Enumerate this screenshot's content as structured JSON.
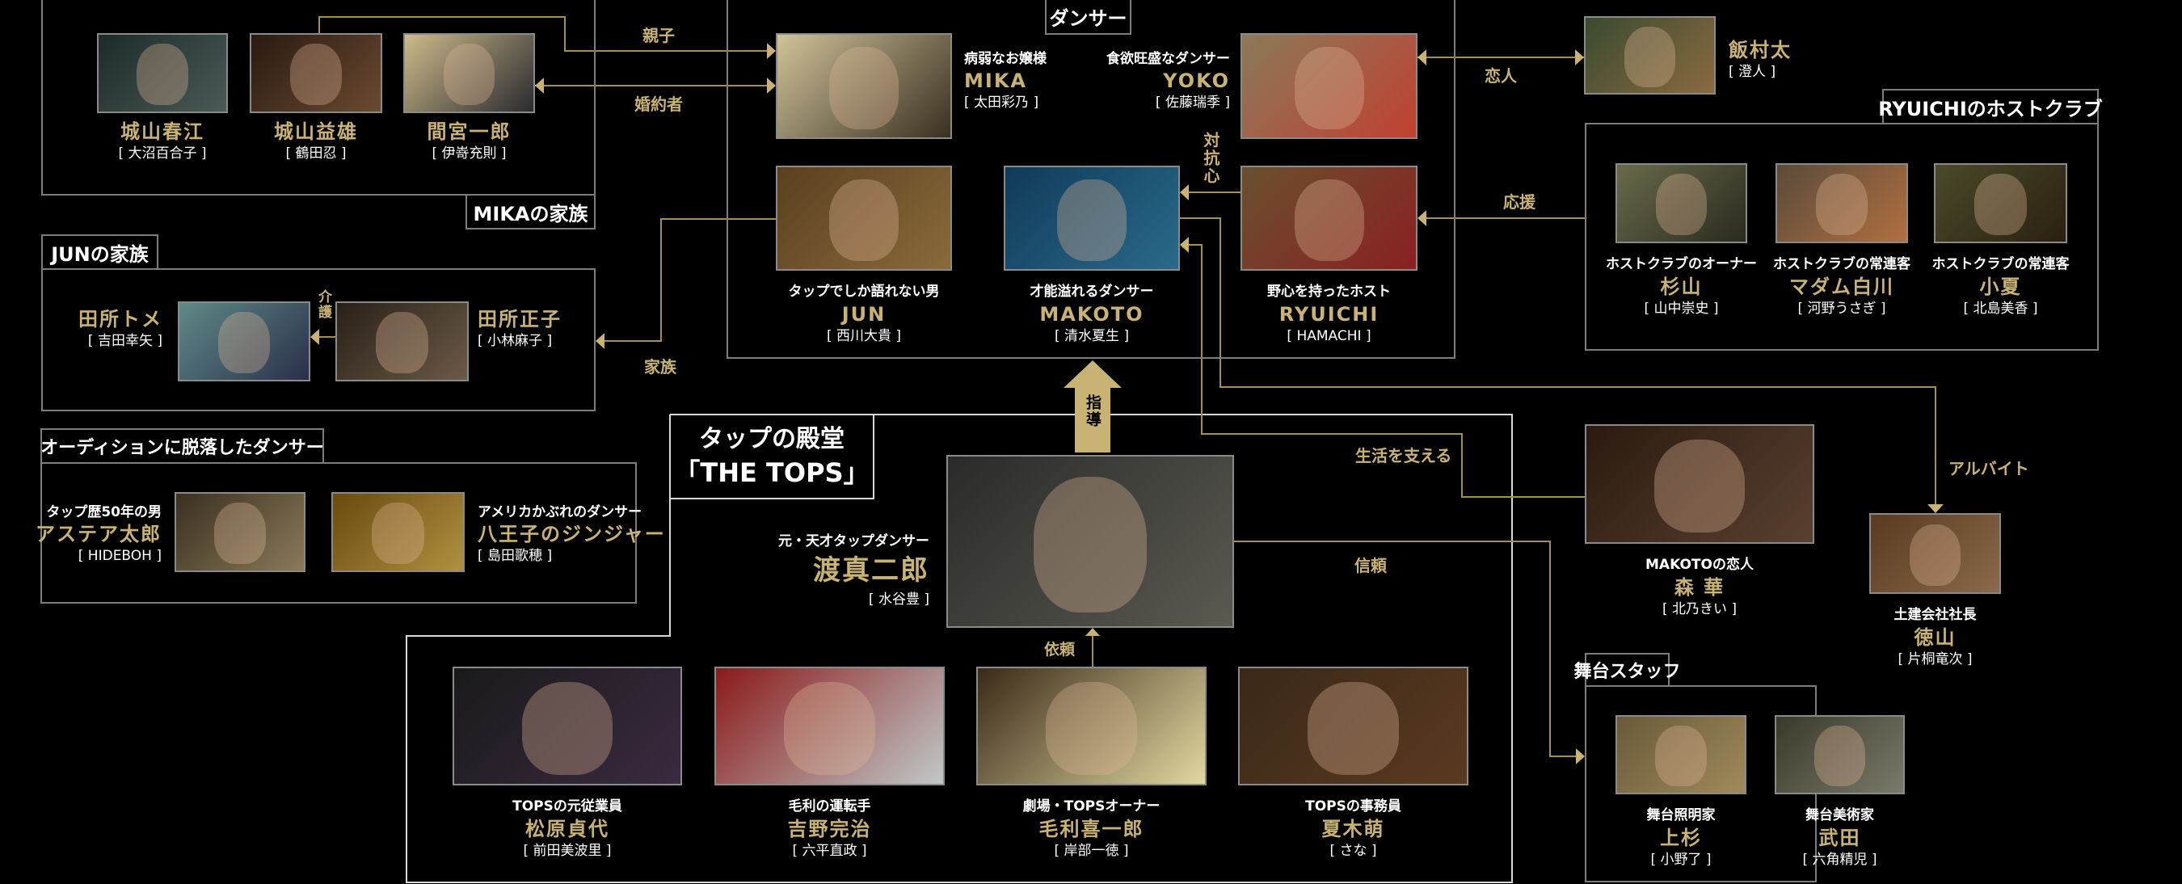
{
  "colors": {
    "background": "#000000",
    "gold": "#c9b374",
    "line": "#a38f52",
    "border": "#7d7d7d"
  },
  "groups": {
    "mika_family": "MIKAの家族",
    "jun_family": "JUNの家族",
    "dancers": "ダンサー",
    "audition": "オーディションに脱落したダンサー",
    "tops_line1": "タップの殿堂",
    "tops_line2": "「THE TOPS」",
    "host_club": "RYUICHIのホストクラブ",
    "stage_staff": "舞台スタッフ"
  },
  "relations": {
    "oyako": "親子",
    "konyakusha": "婚約者",
    "kazoku": "家族",
    "kaigo": "介護",
    "taikoushin": "対抗心",
    "koibito": "恋人",
    "ouen": "応援",
    "shidou": "指導",
    "irai": "依頼",
    "seikatsu": "生活を支える",
    "shinrai": "信頼",
    "arubaito": "アルバイト"
  },
  "people": {
    "haru": {
      "name": "城山春江",
      "actor": "[ 大沼百合子 ]"
    },
    "masuo": {
      "name": "城山益雄",
      "actor": "[ 鶴田忍 ]"
    },
    "mamiya": {
      "name": "間宮一郎",
      "actor": "[ 伊嵜充則 ]"
    },
    "tome": {
      "name": "田所トメ",
      "actor": "[ 吉田幸矢 ]"
    },
    "masako": {
      "name": "田所正子",
      "actor": "[ 小林麻子 ]"
    },
    "mika": {
      "role": "病弱なお嬢様",
      "name": "MIKA",
      "actor": "[ 太田彩乃 ]"
    },
    "yoko": {
      "role": "食欲旺盛なダンサー",
      "name": "YOKO",
      "actor": "[ 佐藤瑞季 ]"
    },
    "jun": {
      "role": "タップでしか語れない男",
      "name": "JUN",
      "actor": "[ 西川大貴 ]"
    },
    "makoto": {
      "role": "才能溢れるダンサー",
      "name": "MAKOTO",
      "actor": "[ 清水夏生 ]"
    },
    "ryuichi": {
      "role": "野心を持ったホスト",
      "name": "RYUICHI",
      "actor": "[ HAMACHI ]"
    },
    "iimura": {
      "name": "飯村太",
      "actor": "[ 澄人 ]"
    },
    "sugiyama": {
      "role": "ホストクラブのオーナー",
      "name": "杉山",
      "actor": "[ 山中崇史 ]"
    },
    "madam": {
      "role": "ホストクラブの常連客",
      "name": "マダム白川",
      "actor": "[ 河野うさぎ ]"
    },
    "konatsu": {
      "role": "ホストクラブの常連客",
      "name": "小夏",
      "actor": "[ 北島美香 ]"
    },
    "astaire": {
      "role": "タップ歴50年の男",
      "name": "アステア太郎",
      "actor": "[ HIDEBOH ]"
    },
    "ginger": {
      "role": "アメリカかぶれのダンサー",
      "name": "八王子のジンジャー",
      "actor": "[ 島田歌穂 ]"
    },
    "watari": {
      "role": "元・天才タップダンサー",
      "name": "渡真二郎",
      "actor": "[ 水谷豊 ]"
    },
    "matsubara": {
      "role": "TOPSの元従業員",
      "name": "松原貞代",
      "actor": "[ 前田美波里 ]"
    },
    "yoshino": {
      "role": "毛利の運転手",
      "name": "吉野完治",
      "actor": "[ 六平直政 ]"
    },
    "mouri": {
      "role": "劇場・TOPSオーナー",
      "name": "毛利喜一郎",
      "actor": "[ 岸部一徳 ]"
    },
    "natsuki": {
      "role": "TOPSの事務員",
      "name": "夏木萌",
      "actor": "[ さな ]"
    },
    "mori": {
      "role": "MAKOTOの恋人",
      "name": "森 華",
      "actor": "[ 北乃きい ]"
    },
    "tokuyama": {
      "role": "土建会社社長",
      "name": "徳山",
      "actor": "[ 片桐竜次 ]"
    },
    "uesugi": {
      "role": "舞台照明家",
      "name": "上杉",
      "actor": "[ 小野了 ]"
    },
    "takeda": {
      "role": "舞台美術家",
      "name": "武田",
      "actor": "[ 六角精児 ]"
    }
  }
}
